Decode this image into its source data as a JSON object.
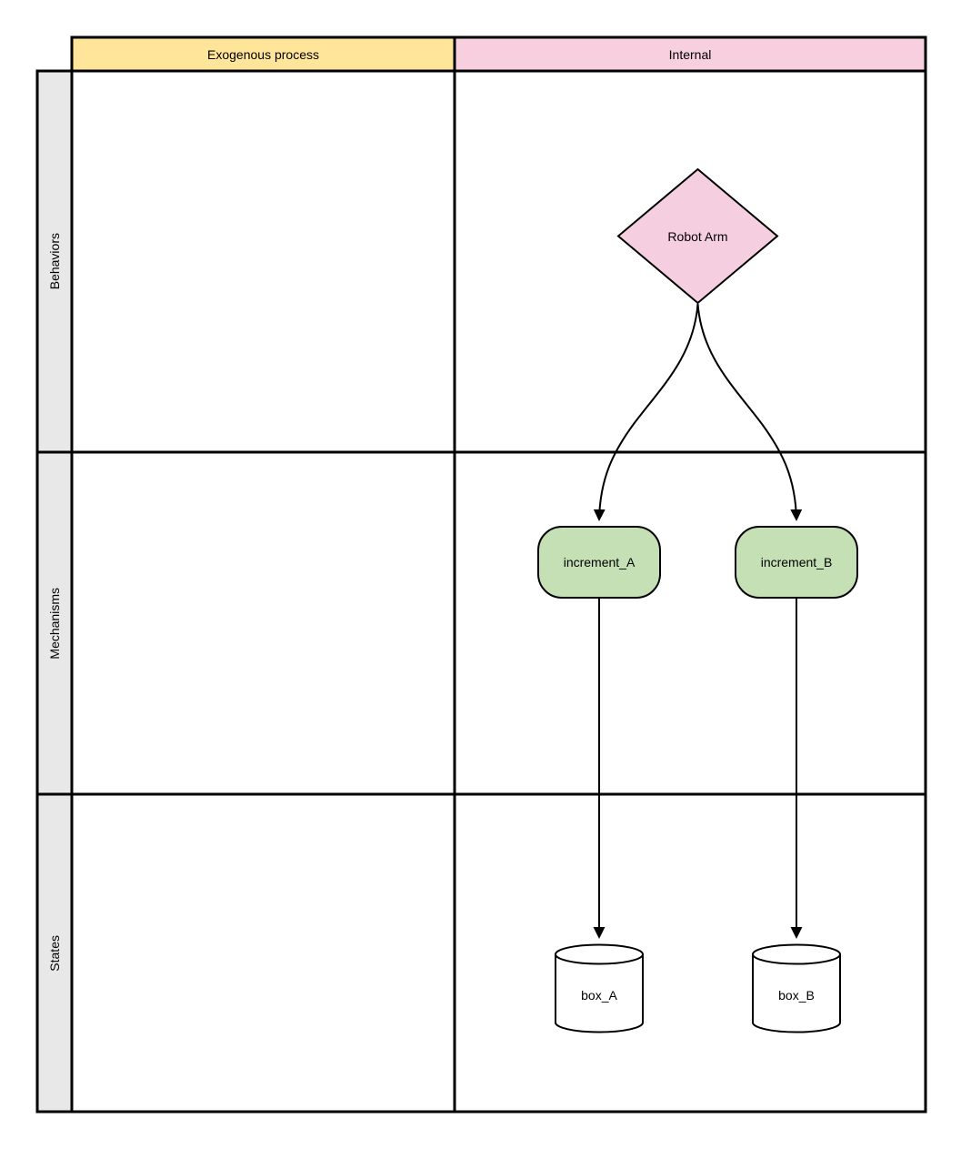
{
  "palette": {
    "background": "#ffffff",
    "grid_line": "#000000",
    "cell_bg": "#ffffff",
    "row_header_bg": "#e8e8e8",
    "exogenous_header_bg": "#ffe599",
    "internal_header_bg": "#f7cfdf",
    "behavior_node_fill": "#f5cee0",
    "mechanism_node_fill": "#c5e0b4",
    "state_node_fill": "#ffffff",
    "edge_color": "#000000"
  },
  "grid": {
    "columns": [
      {
        "label": "Exogenous process"
      },
      {
        "label": "Internal"
      }
    ],
    "rows": [
      {
        "label": "Behaviors"
      },
      {
        "label": "Mechanisms"
      },
      {
        "label": "States"
      }
    ]
  },
  "nodes": {
    "robot_arm": {
      "label": "Robot Arm",
      "shape": "diamond",
      "row": "Behaviors",
      "column": "Internal"
    },
    "increment_a": {
      "label": "increment_A",
      "shape": "rounded-rectangle",
      "row": "Mechanisms",
      "column": "Internal"
    },
    "increment_b": {
      "label": "increment_B",
      "shape": "rounded-rectangle",
      "row": "Mechanisms",
      "column": "Internal"
    },
    "box_a": {
      "label": "box_A",
      "shape": "cylinder",
      "row": "States",
      "column": "Internal"
    },
    "box_b": {
      "label": "box_B",
      "shape": "cylinder",
      "row": "States",
      "column": "Internal"
    }
  },
  "edges": [
    {
      "from": "Robot Arm",
      "to": "increment_A",
      "style": "curved-arrow"
    },
    {
      "from": "Robot Arm",
      "to": "increment_B",
      "style": "curved-arrow"
    },
    {
      "from": "increment_A",
      "to": "box_A",
      "style": "straight-arrow"
    },
    {
      "from": "increment_B",
      "to": "box_B",
      "style": "straight-arrow"
    }
  ]
}
